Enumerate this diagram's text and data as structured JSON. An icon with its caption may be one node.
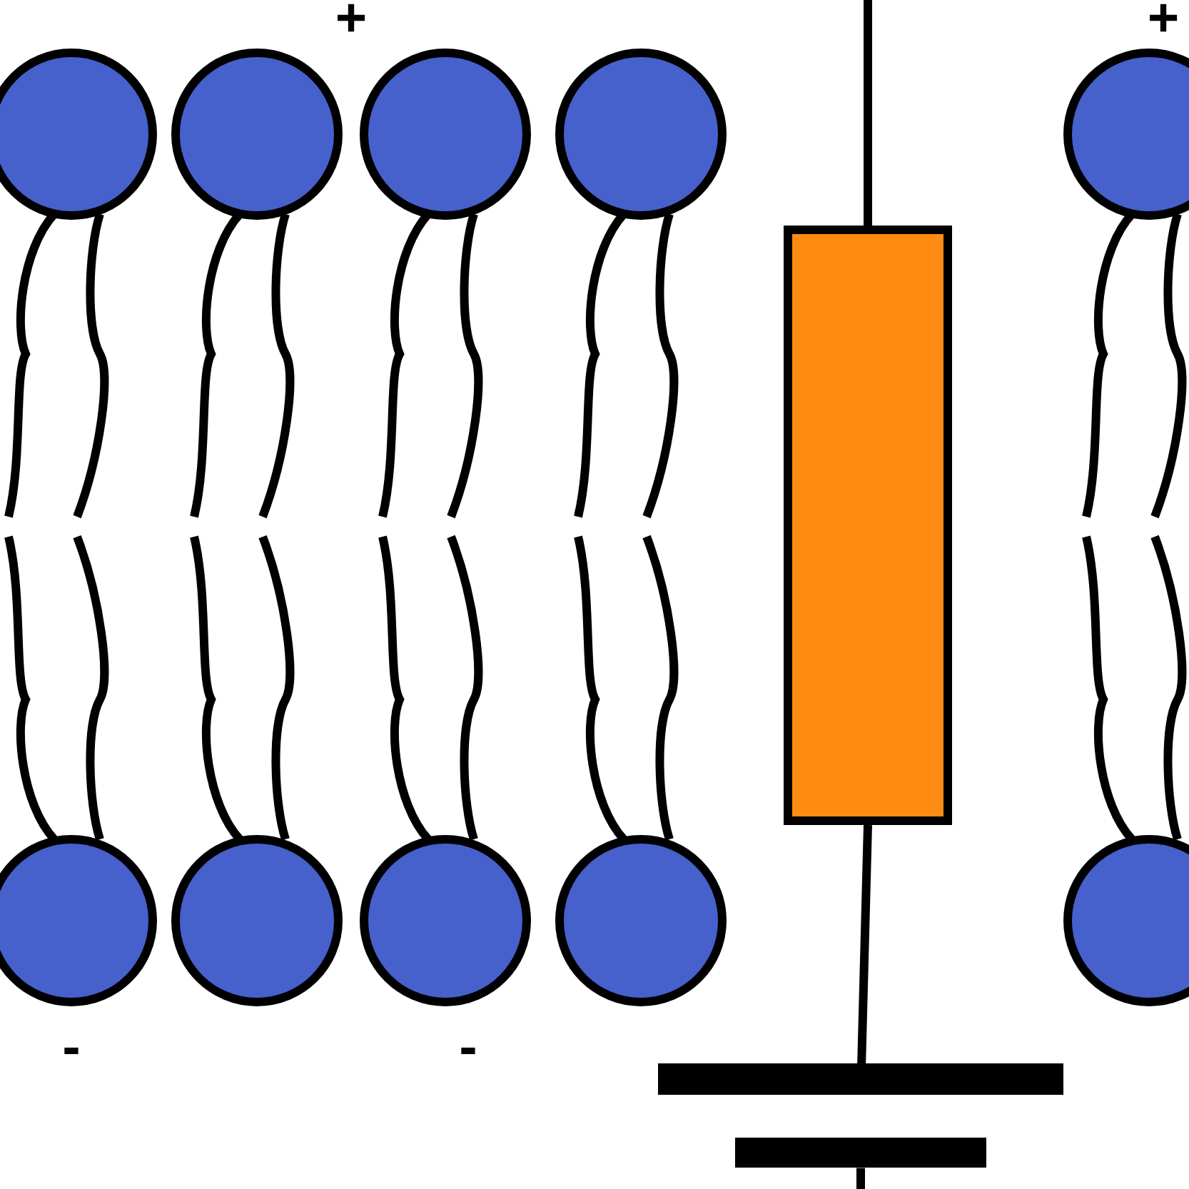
{
  "diagram": {
    "nodes": [
      {
        "text": [],
        "shape": "box"
      },
      {
        "text": [],
        "shape": "bar"
      }
    ],
    "edges": [
      {
        "from": null,
        "to": 0,
        "arrow": "none"
      },
      {
        "from": 0,
        "to": 1,
        "arrow": "none"
      },
      {
        "from": 1,
        "to": null,
        "arrow": "none"
      }
    ],
    "labels": [
      "+",
      "+",
      "-",
      "-"
    ]
  }
}
